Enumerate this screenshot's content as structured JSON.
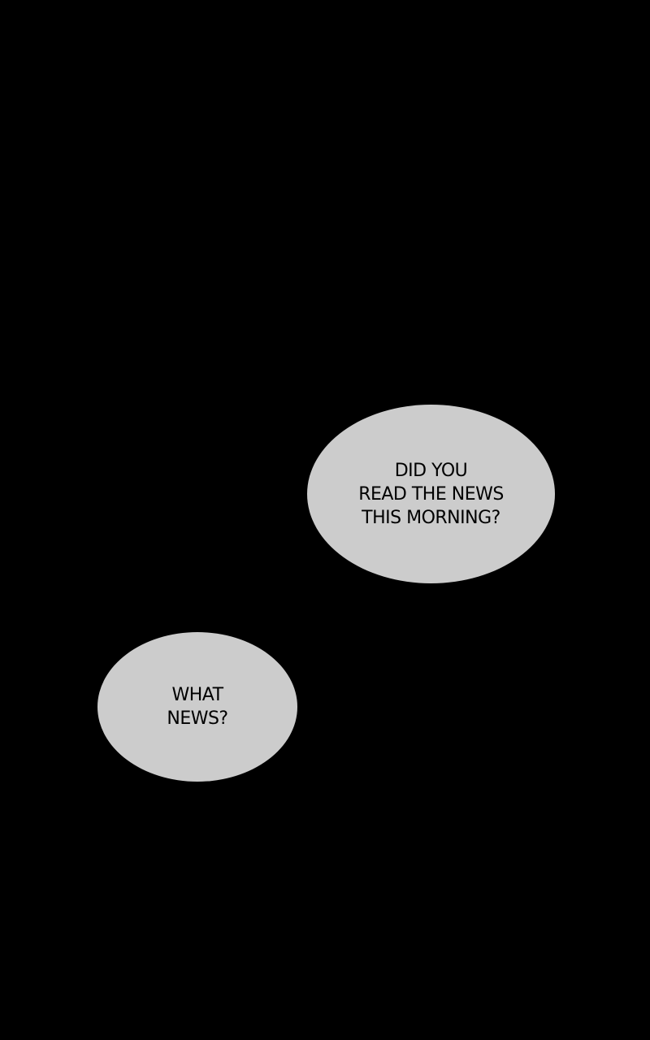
{
  "panel": {
    "background": "#000000",
    "bubble_fill": "#cccccc"
  },
  "bubbles": [
    {
      "lines": [
        "DID YOU",
        "READ THE NEWS",
        "THIS MORNING?"
      ]
    },
    {
      "lines": [
        "WHAT",
        "NEWS?"
      ]
    }
  ]
}
